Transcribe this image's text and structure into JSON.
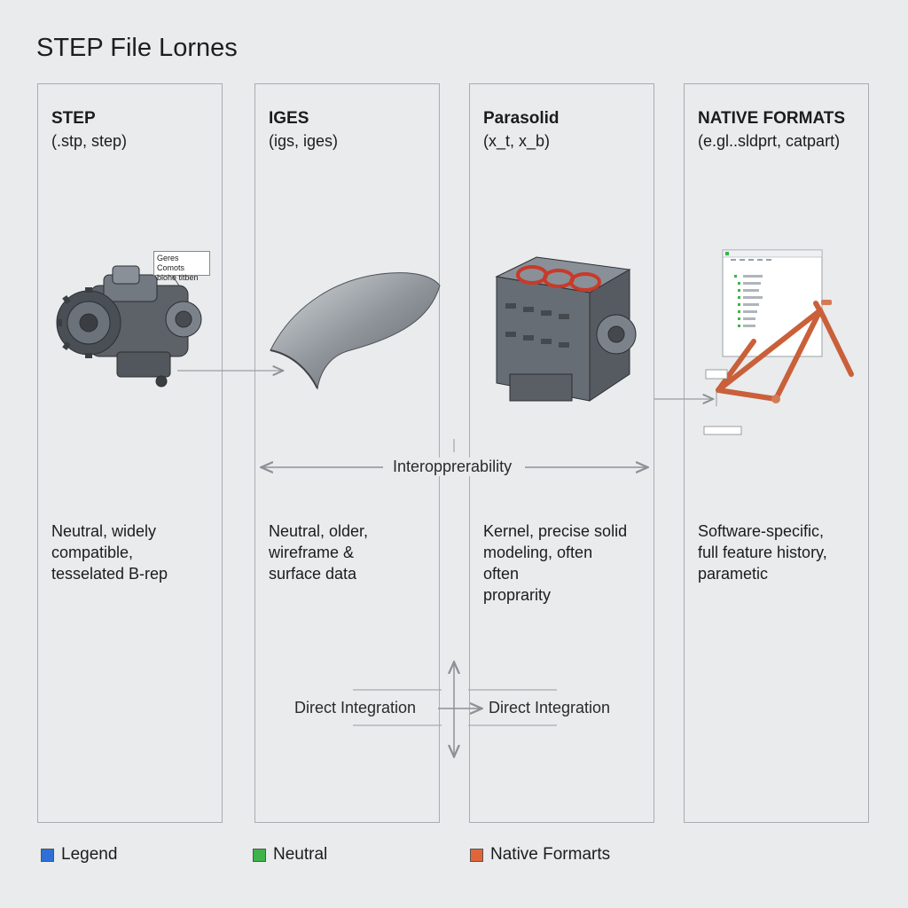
{
  "title": "STEP File Lornes",
  "columns": [
    {
      "name": "STEP",
      "ext": "(.stp, step)",
      "desc": [
        "Neutral, widely",
        "compatible,",
        "tesselated B-rep"
      ]
    },
    {
      "name": "IGES",
      "ext": "(igs, iges)",
      "desc": [
        "Neutral, older,",
        "wireframe &",
        "surface data"
      ]
    },
    {
      "name": "Parasolid",
      "ext": "(x_t, x_b)",
      "desc": [
        "Kernel, precise solid",
        "modeling, often",
        "often",
        "proprarity"
      ]
    },
    {
      "name": "NATIVE FORMATS",
      "ext": "(e.gl..sldprt, catpart)",
      "desc": [
        "Software-specific,",
        "full feature history,",
        "parametic"
      ]
    }
  ],
  "callout": {
    "line1": "Geres Comots",
    "line2": "blohe titben"
  },
  "interop_label": "Interopprerability",
  "direct_left": "Direct Integration",
  "direct_right": "Direct Integration",
  "legend": [
    {
      "label": "Legend",
      "color": "#2f6fd6"
    },
    {
      "label": "Neutral",
      "color": "#3db34a"
    },
    {
      "label": "Native Formarts",
      "color": "#e0663a"
    }
  ],
  "icons": {
    "step": "gearbox-assembly-icon",
    "iges": "curved-surface-icon",
    "parasolid": "engine-block-icon",
    "native": "bicycle-frame-icon"
  }
}
